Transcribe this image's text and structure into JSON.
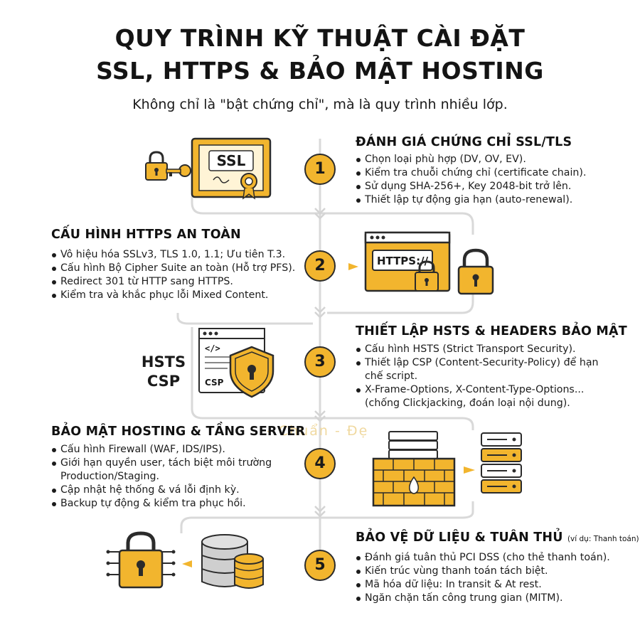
{
  "title": {
    "line1": "QUY TRÌNH KỸ THUẬT CÀI ĐẶT",
    "line2": "SSL, HTTPS & BẢO MẬT HOSTING",
    "subtitle": "Không chỉ là \"bật chứng chỉ\", mà là quy trình nhiều lớp."
  },
  "watermark": "- Chuẩn - Đẹ",
  "accent_color": "#f2b52e",
  "steps": [
    {
      "number": "1",
      "heading": "ĐÁNH GIÁ CHỨNG CHỈ SSL/TLS",
      "bullets": [
        "Chọn loại phù hợp (DV, OV, EV).",
        "Kiểm tra chuỗi chứng chỉ (certificate chain).",
        "Sử dụng SHA-256+, Key 2048-bit trở lên.",
        "Thiết lập tự động gia hạn (auto-renewal)."
      ],
      "illustration": {
        "label": "SSL",
        "icons": [
          "padlock-icon",
          "key-icon",
          "ssl-certificate-icon"
        ]
      }
    },
    {
      "number": "2",
      "heading": "CẤU HÌNH HTTPS AN TOÀN",
      "bullets": [
        "Vô hiệu hóa SSLv3, TLS 1.0, 1.1; Ưu tiên T.3.",
        "Cấu hình Bộ Cipher Suite an toàn (Hỗ trợ PFS).",
        "Redirect 301 từ HTTP sang HTTPS.",
        "Kiểm tra và khắc phục lỗi Mixed Content."
      ],
      "illustration": {
        "label": "HTTPS://",
        "icons": [
          "browser-window-icon",
          "padlock-icon"
        ]
      }
    },
    {
      "number": "3",
      "heading": "THIẾT LẬP HSTS & HEADERS BẢO MẬT",
      "bullets": [
        "Cấu hình HSTS (Strict Transport Security).",
        "Thiết lập CSP (Content-Security-Policy) để hạn chế script.",
        "X-Frame-Options, X-Content-Type-Options... (chống Clickjacking, đoán loại nội dung)."
      ],
      "side_label": [
        "HSTS",
        "CSP"
      ],
      "illustration": {
        "code_label": "</>",
        "csp_label": "CSP",
        "icons": [
          "code-window-icon",
          "shield-lock-icon"
        ]
      }
    },
    {
      "number": "4",
      "heading": "BẢO MẬT HOSTING & TẦNG SERVER",
      "bullets": [
        "Cấu hình Firewall (WAF, IDS/IPS).",
        "Giới hạn quyền user, tách biệt môi trường Production/Staging.",
        "Cập nhật hệ thống & vá lỗi định kỳ.",
        "Backup tự động & kiểm tra phục hồi."
      ],
      "illustration": {
        "icons": [
          "firewall-server-icon",
          "server-rack-icon"
        ]
      }
    },
    {
      "number": "5",
      "heading": "BẢO VỆ DỮ LIỆU & TUÂN THỦ",
      "heading_note": "(ví dụ: Thanh toán)",
      "bullets": [
        "Đánh giá tuân thủ PCI DSS (cho thẻ thanh toán).",
        "Kiến trúc vùng thanh toán tách biệt.",
        "Mã hóa dữ liệu: In transit & At rest.",
        "Ngăn chặn tấn công trung gian (MITM)."
      ],
      "illustration": {
        "icons": [
          "circuit-padlock-icon",
          "database-icon",
          "coin-stack-icon"
        ]
      }
    }
  ]
}
